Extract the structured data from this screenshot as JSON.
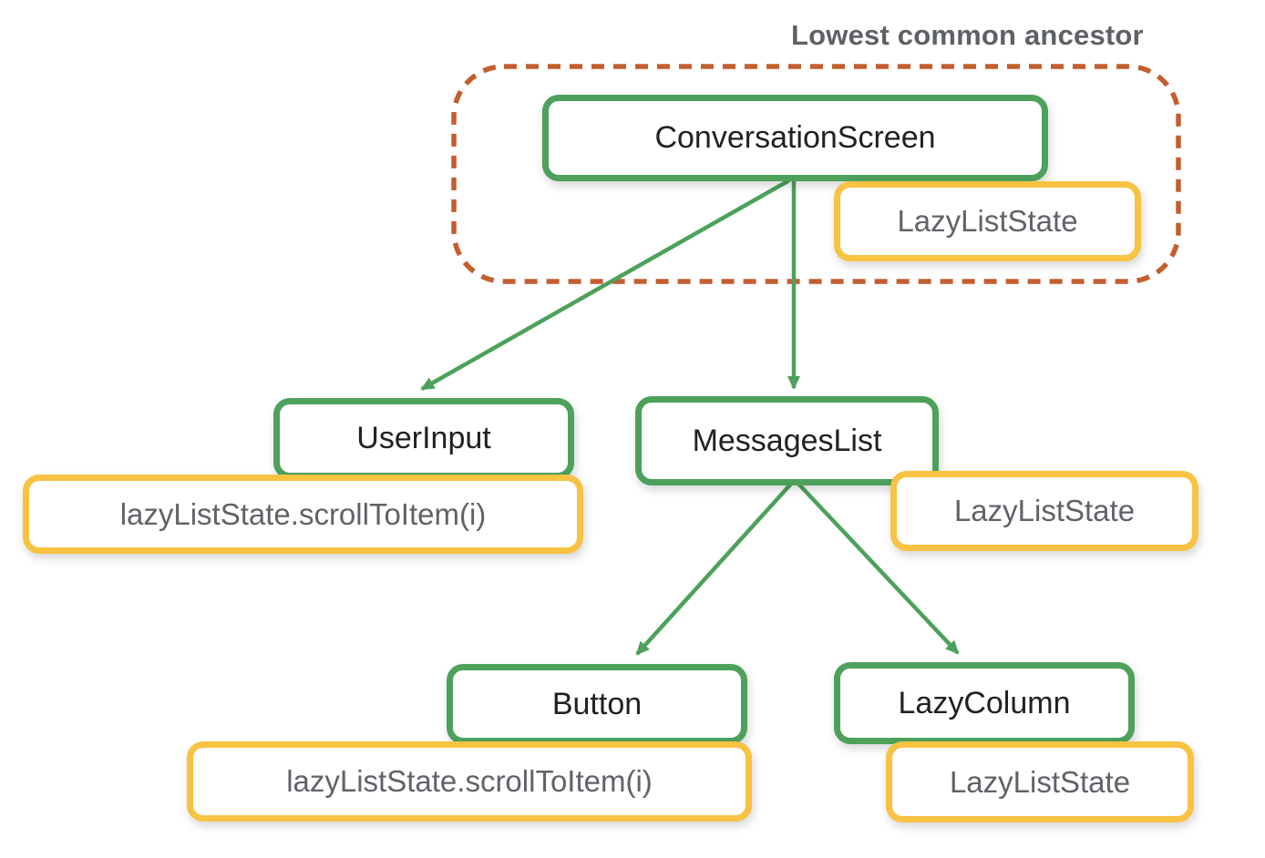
{
  "diagram": {
    "annotation": "Lowest common ancestor",
    "nodes": {
      "conversation_screen": {
        "label": "ConversationScreen"
      },
      "user_input": {
        "label": "UserInput"
      },
      "messages_list": {
        "label": "MessagesList"
      },
      "button": {
        "label": "Button"
      },
      "lazy_column": {
        "label": "LazyColumn"
      }
    },
    "states": {
      "hoisted_state": {
        "label": "LazyListState"
      },
      "user_input_call": {
        "label": "lazyListState.scrollToItem(i)"
      },
      "messages_list_state": {
        "label": "LazyListState"
      },
      "button_call": {
        "label": "lazyListState.scrollToItem(i)"
      },
      "lazy_column_state": {
        "label": "LazyListState"
      }
    },
    "edges": [
      {
        "from": "ConversationScreen",
        "to": "UserInput"
      },
      {
        "from": "ConversationScreen",
        "to": "MessagesList"
      },
      {
        "from": "MessagesList",
        "to": "Button"
      },
      {
        "from": "MessagesList",
        "to": "LazyColumn"
      }
    ],
    "colors": {
      "composable_border": "#4da15b",
      "state_border": "#f8c343",
      "ancestor_outline": "#c45e2f",
      "arrow": "#4da15b",
      "composable_text": "#202124",
      "state_text": "#5f6368",
      "annotation_text": "#5d6166"
    }
  }
}
